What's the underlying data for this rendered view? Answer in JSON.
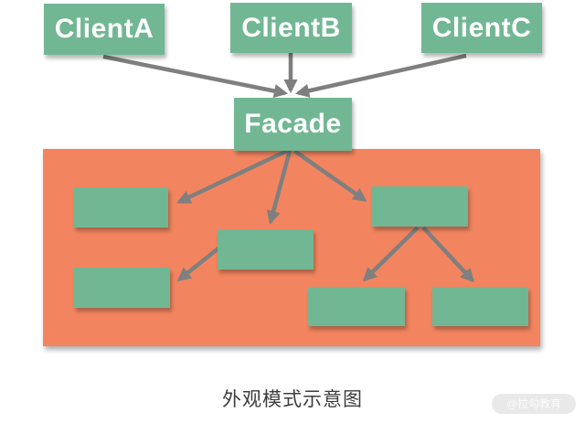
{
  "diagram": {
    "caption": "外观模式示意图",
    "watermark": "@拉勾教育",
    "clients": [
      {
        "label": "ClientA"
      },
      {
        "label": "ClientB"
      },
      {
        "label": "ClientC"
      }
    ],
    "facade": {
      "label": "Facade"
    },
    "subsystem": {
      "box_count": 6,
      "boxes_have_labels": false
    },
    "colors": {
      "box_green": "#72b794",
      "panel_orange": "#f2855f",
      "arrow_gray": "#7f7f7f",
      "box_text": "#ffffff",
      "caption_text": "#3d3d3d",
      "watermark_bg": "#e9e9e9",
      "watermark_text": "#fbfbfb",
      "background": "#ffffff"
    }
  }
}
